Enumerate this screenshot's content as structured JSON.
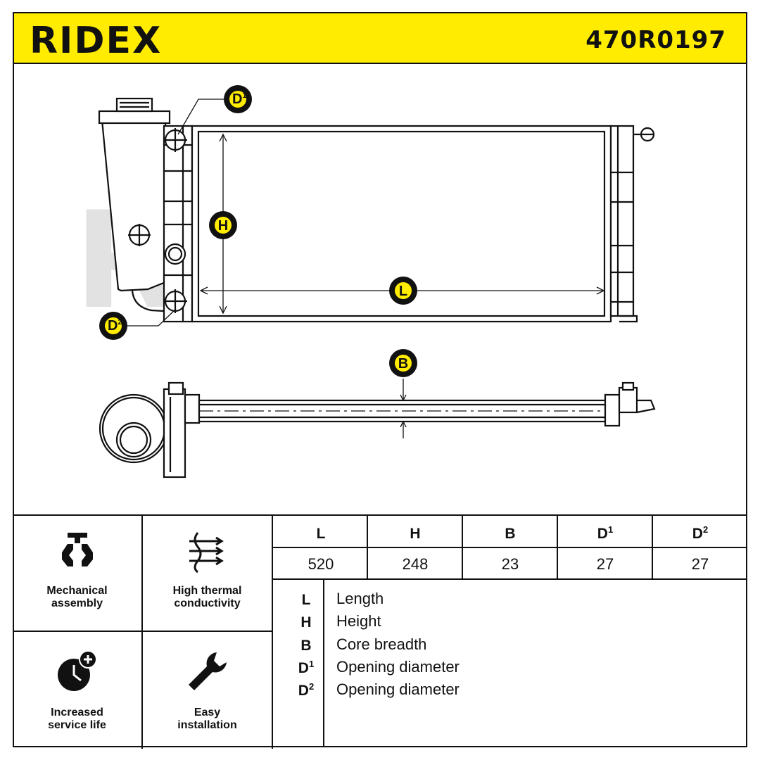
{
  "header": {
    "brand": "RIDEX",
    "part_number": "470R0197"
  },
  "callouts": {
    "d1": "D",
    "d1_sup": "1",
    "d2": "D",
    "d2_sup": "2",
    "h": "H",
    "l": "L",
    "b": "B"
  },
  "features": [
    {
      "label": "Mechanical\nassembly",
      "icon": "mechanical-assembly-icon"
    },
    {
      "label": "High thermal\nconductivity",
      "icon": "thermal-conductivity-icon"
    },
    {
      "label": "Increased\nservice life",
      "icon": "clock-plus-icon"
    },
    {
      "label": "Easy\ninstallation",
      "icon": "wrench-icon"
    }
  ],
  "dimensions": {
    "headers": [
      {
        "sym": "L",
        "sup": ""
      },
      {
        "sym": "H",
        "sup": ""
      },
      {
        "sym": "B",
        "sup": ""
      },
      {
        "sym": "D",
        "sup": "1"
      },
      {
        "sym": "D",
        "sup": "2"
      }
    ],
    "values": [
      "520",
      "248",
      "23",
      "27",
      "27"
    ]
  },
  "legend": [
    {
      "sym": "L",
      "sup": "",
      "text": "Length"
    },
    {
      "sym": "H",
      "sup": "",
      "text": "Height"
    },
    {
      "sym": "B",
      "sup": "",
      "text": "Core breadth"
    },
    {
      "sym": "D",
      "sup": "1",
      "text": "Opening diameter"
    },
    {
      "sym": "D",
      "sup": "2",
      "text": "Opening diameter"
    }
  ],
  "colors": {
    "accent": "#ffec00",
    "ink": "#111111",
    "watermark": "#e2e2e2"
  }
}
